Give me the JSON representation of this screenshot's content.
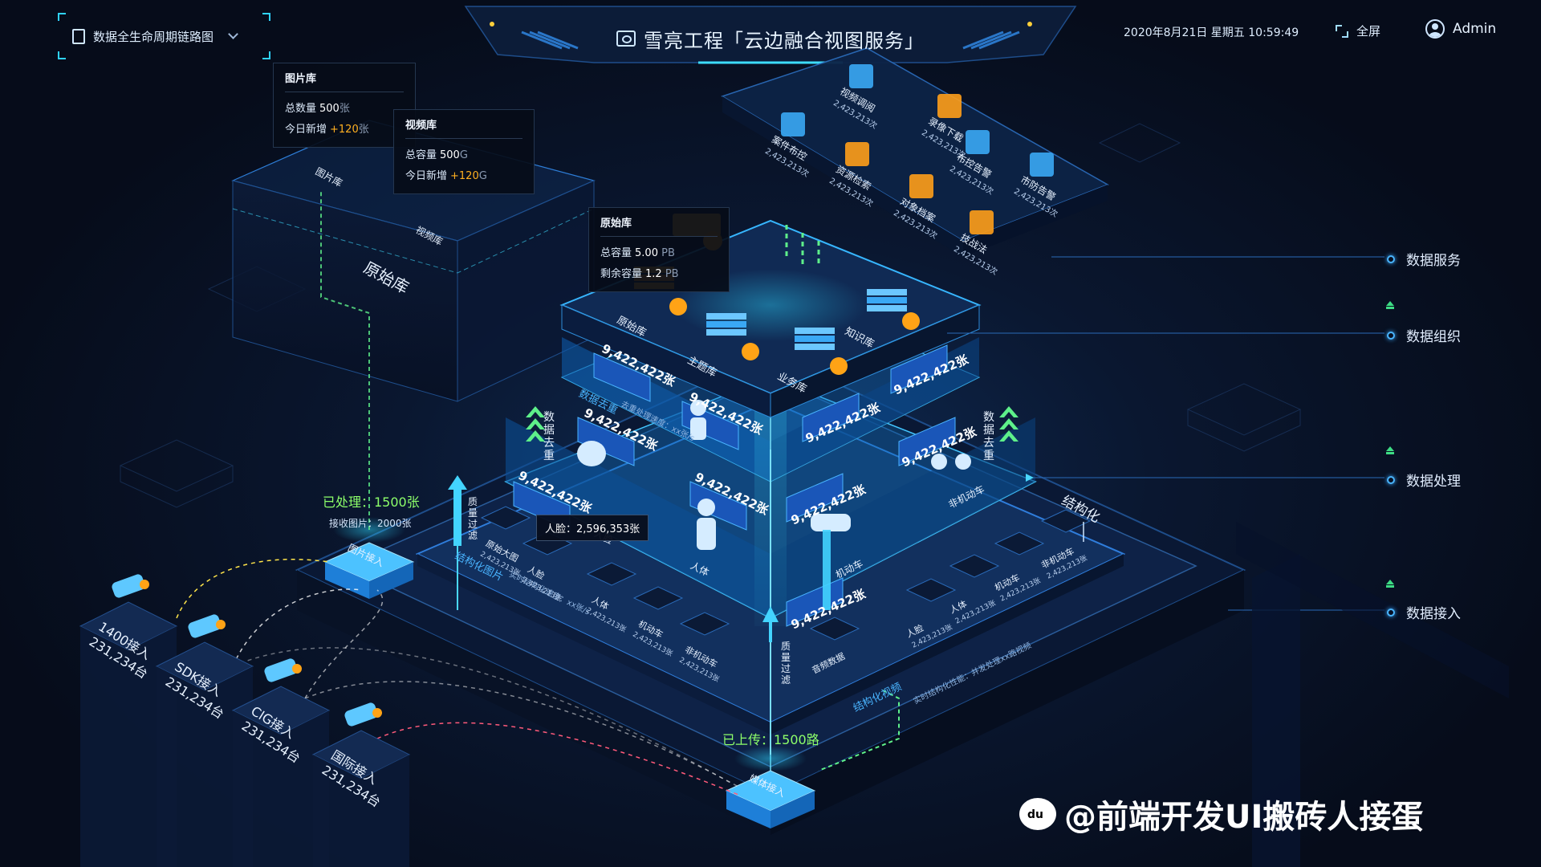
{
  "header": {
    "title": "雪亮工程「云边融合视图服务」",
    "selector_label": "数据全生命周期链路图",
    "datetime": "2020年8月21日 星期五 10:59:49",
    "fullscreen_label": "全屏",
    "user_name": "Admin"
  },
  "tooltips": {
    "picture_lib": {
      "title": "图片库",
      "total_label": "总数量",
      "total_value": "500",
      "total_unit": "张",
      "today_label": "今日新增",
      "today_value": "+120",
      "today_unit": "张"
    },
    "video_lib": {
      "title": "视频库",
      "total_label": "总容量",
      "total_value": "500",
      "total_unit": "G",
      "today_label": "今日新增",
      "today_value": "+120",
      "today_unit": "G"
    },
    "raw_lib": {
      "title": "原始库",
      "total_label": "总容量",
      "total_value": "5.00",
      "total_unit": "PB",
      "remain_label": "剩余容量",
      "remain_value": "1.2",
      "remain_unit": "PB"
    }
  },
  "legend": {
    "data_service": "数据服务",
    "data_org": "数据组织",
    "data_process": "数据处理",
    "data_access": "数据接入"
  },
  "raw_platform": {
    "label": "原始库",
    "picture_lib": "图片库",
    "video_lib": "视频库"
  },
  "services": [
    {
      "name": "视频调阅",
      "count": "2,423,213次"
    },
    {
      "name": "录像下载",
      "count": "2,423,213次"
    },
    {
      "name": "案件布控",
      "count": "2,423,213次"
    },
    {
      "name": "资源检索",
      "count": "2,423,213次"
    },
    {
      "name": "布控告警",
      "count": "2,423,213次"
    },
    {
      "name": "对象档案",
      "count": "2,423,213次"
    },
    {
      "name": "市防告警",
      "count": "2,423,213次"
    },
    {
      "name": "技战法",
      "count": "2,423,213次"
    }
  ],
  "org_layer": {
    "raw": "原始库",
    "topic": "主题库",
    "business": "业务库",
    "knowledge": "知识库"
  },
  "process_counts": {
    "c1": "9,422,422张",
    "c2": "9,422,422张",
    "c3": "9,422,422张",
    "c4": "9,422,422张",
    "c5": "9,422,422张",
    "c6": "9,422,422张",
    "c7": "9,422,422张",
    "c8": "9,422,422张",
    "c9": "9,422,422张",
    "c10": "9,422,422张"
  },
  "process_labels": {
    "dedupe_label": "数据去重",
    "dedupe_speed": "去重处理速度：xx张/s",
    "face": "人脸",
    "body": "人体",
    "vehicle": "机动车",
    "nonvehicle": "非机动车",
    "structuring": "结构化",
    "quality_filter": "质量过滤",
    "dedupe_left": "数据去重",
    "dedupe_right": "数据去重"
  },
  "access_layer": {
    "struct_pic_title": "结构化图片",
    "struct_pic_speed": "实时结构化速度：xx张/s",
    "struct_video_title": "结构化视频",
    "struct_video_speed": "实时结构化性能：并发处理xx路视频",
    "items_left": [
      {
        "name": "原始大图",
        "count": "2,423,213张"
      },
      {
        "name": "人脸",
        "count": "2,423,213张"
      },
      {
        "name": "人体",
        "count": "2,423,213张"
      },
      {
        "name": "机动车",
        "count": "2,423,213张"
      },
      {
        "name": "非机动车",
        "count": "2,423,213张"
      }
    ],
    "items_right": [
      {
        "name": "音频数据",
        "count": ""
      },
      {
        "name": "人脸",
        "count": "2,423,213张"
      },
      {
        "name": "人体",
        "count": "2,423,213张"
      },
      {
        "name": "机动车",
        "count": "2,423,213张"
      },
      {
        "name": "非机动车",
        "count": "2,423,213张"
      }
    ],
    "face_tip": "人脸：2,596,353张",
    "count_bottom": "9,422,422张"
  },
  "access_nodes": {
    "pic_access": "图片接入",
    "video_access": "媒体接入",
    "processed": "已处理：1500张",
    "received": "接收图片：2000张",
    "uploaded": "已上传：1500路"
  },
  "devices": [
    {
      "name": "1400接入",
      "count": "231,234台"
    },
    {
      "name": "SDK接入",
      "count": "231,234台"
    },
    {
      "name": "CIG接入",
      "count": "231,234台"
    },
    {
      "name": "国际接入",
      "count": "231,234台"
    }
  ],
  "watermark": "@前端开发UI搬砖人接蛋",
  "colors": {
    "accent": "#2fd3ff",
    "green": "#3ddc84",
    "orange": "#ffa316",
    "bg": "#070d1c"
  }
}
